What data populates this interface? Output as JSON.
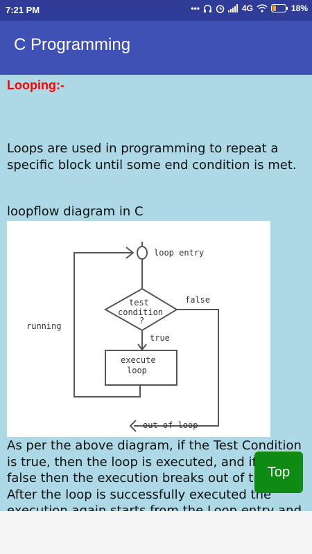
{
  "status_bar": {
    "time": "7:21 PM",
    "battery": "18%",
    "network": "4G"
  },
  "app_bar": {
    "title": "C Programming"
  },
  "content": {
    "heading": "Looping:-",
    "paragraph1": "Loops are used in programming to repeat a specific block until some end condition is met.",
    "diagram_caption": "loopflow diagram in C",
    "diagram": {
      "loop_entry": "loop entry",
      "condition_line1": "test",
      "condition_line2": "condition",
      "condition_line3": "?",
      "false_label": "false",
      "true_label": "true",
      "running_label": "running",
      "execute_line1": "execute",
      "execute_line2": "loop",
      "out_label": "out of loop"
    },
    "paragraph2": "As per the above diagram, if the Test Condition is true, then the loop is executed, and if it is false then the execution breaks out of the loop. After the loop is successfully executed the execution again starts from the Loop entry and again"
  },
  "top_button": {
    "label": "Top"
  },
  "colors": {
    "app_bar": "#3f51b5",
    "status_bar": "#2f3d99",
    "content_bg": "#add8e6",
    "heading": "#ff0000",
    "top_button": "#0f8a12"
  }
}
